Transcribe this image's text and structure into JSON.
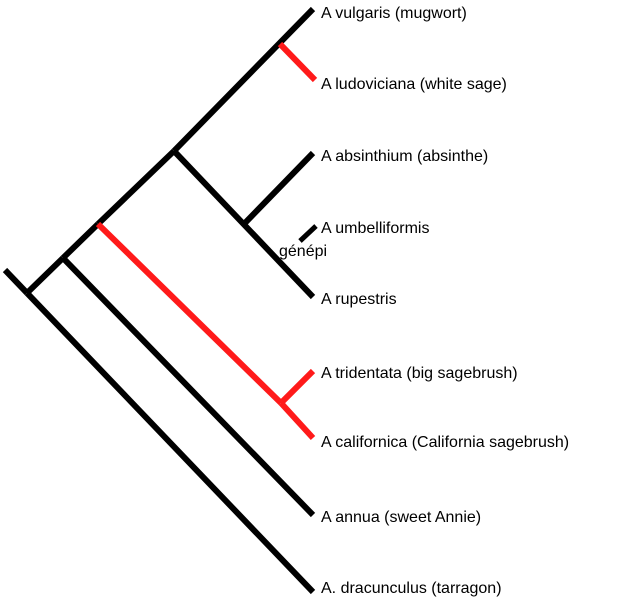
{
  "diagram": {
    "type": "cladogram",
    "colors": {
      "branch": "#000000",
      "highlight": "#ff1a1a",
      "background": "#ffffff"
    },
    "taxa": [
      {
        "id": "vulgaris",
        "label": "A vulgaris (mugwort)",
        "highlight": true
      },
      {
        "id": "ludoviciana",
        "label": "A ludoviciana (white sage)",
        "highlight": true
      },
      {
        "id": "absinthium",
        "label": "A absinthium (absinthe)",
        "highlight": false
      },
      {
        "id": "umbelliformis",
        "label": "A umbelliformis",
        "highlight": false
      },
      {
        "id": "rupestris",
        "label": "A rupestris",
        "highlight": false
      },
      {
        "id": "tridentata",
        "label": "A tridentata (big sagebrush)",
        "highlight": true
      },
      {
        "id": "californica",
        "label": "A californica (California sagebrush)",
        "highlight": true
      },
      {
        "id": "annua",
        "label": "A annua (sweet Annie)",
        "highlight": false
      },
      {
        "id": "dracunculus",
        "label": "A. dracunculus (tarragon)",
        "highlight": false
      }
    ],
    "annotation": "génépi"
  }
}
